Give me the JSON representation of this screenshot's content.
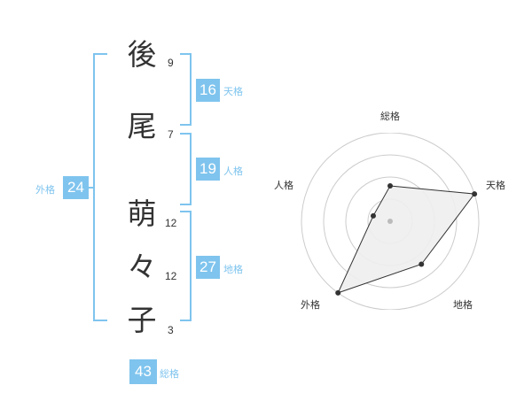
{
  "colors": {
    "accent": "#7fc4ee",
    "text": "#333333",
    "radar_fill": "#eeeeee",
    "radar_grid": "#cccccc"
  },
  "name": {
    "characters": [
      {
        "char": "後",
        "strokes": "9"
      },
      {
        "char": "尾",
        "strokes": "7"
      },
      {
        "char": "萌",
        "strokes": "12"
      },
      {
        "char": "々",
        "strokes": "12"
      },
      {
        "char": "子",
        "strokes": "3"
      }
    ]
  },
  "fortunes": {
    "tenkaku": {
      "value": "16",
      "label": "天格"
    },
    "jinkaku": {
      "value": "19",
      "label": "人格"
    },
    "chikaku": {
      "value": "27",
      "label": "地格"
    },
    "gaikaku": {
      "value": "24",
      "label": "外格"
    },
    "soukaku": {
      "value": "43",
      "label": "総格"
    }
  },
  "radar": {
    "labels": {
      "top": "総格",
      "right": "天格",
      "bottom_right": "地格",
      "bottom_left": "外格",
      "left": "人格"
    },
    "scale_max": 5,
    "rings": 4,
    "values": {
      "soukaku": 2,
      "tenkaku": 5,
      "chikaku": 3,
      "gaikaku": 5,
      "jinkaku": 1
    }
  }
}
